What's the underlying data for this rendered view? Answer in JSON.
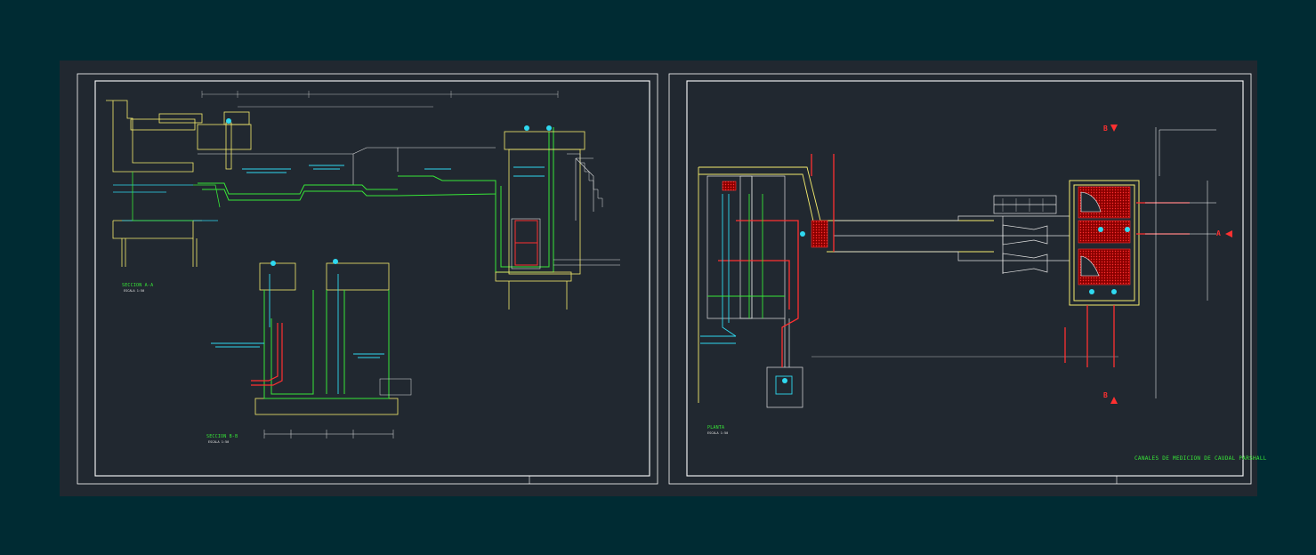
{
  "labels": {
    "section_aa": "SECCION A-A",
    "section_aa_scale": "ESCALA 1:50",
    "section_bb": "SECCION B-B",
    "section_bb_scale": "ESCALA 1:50",
    "plan": "PLANTA",
    "plan_scale": "ESCALA 1:50",
    "sheet_title": "CANALES DE MEDICION DE CAUDAL PARSHALL",
    "cut_a": "A",
    "cut_b": "B"
  },
  "colors": {
    "background": "#002b33",
    "paper": "#212830",
    "frame": "#ffffff",
    "wall": "#f5ec6e",
    "channel": "#37e637",
    "water": "#2fd9f0",
    "pipe": "#ff3030",
    "hatch": "#ff3030"
  }
}
